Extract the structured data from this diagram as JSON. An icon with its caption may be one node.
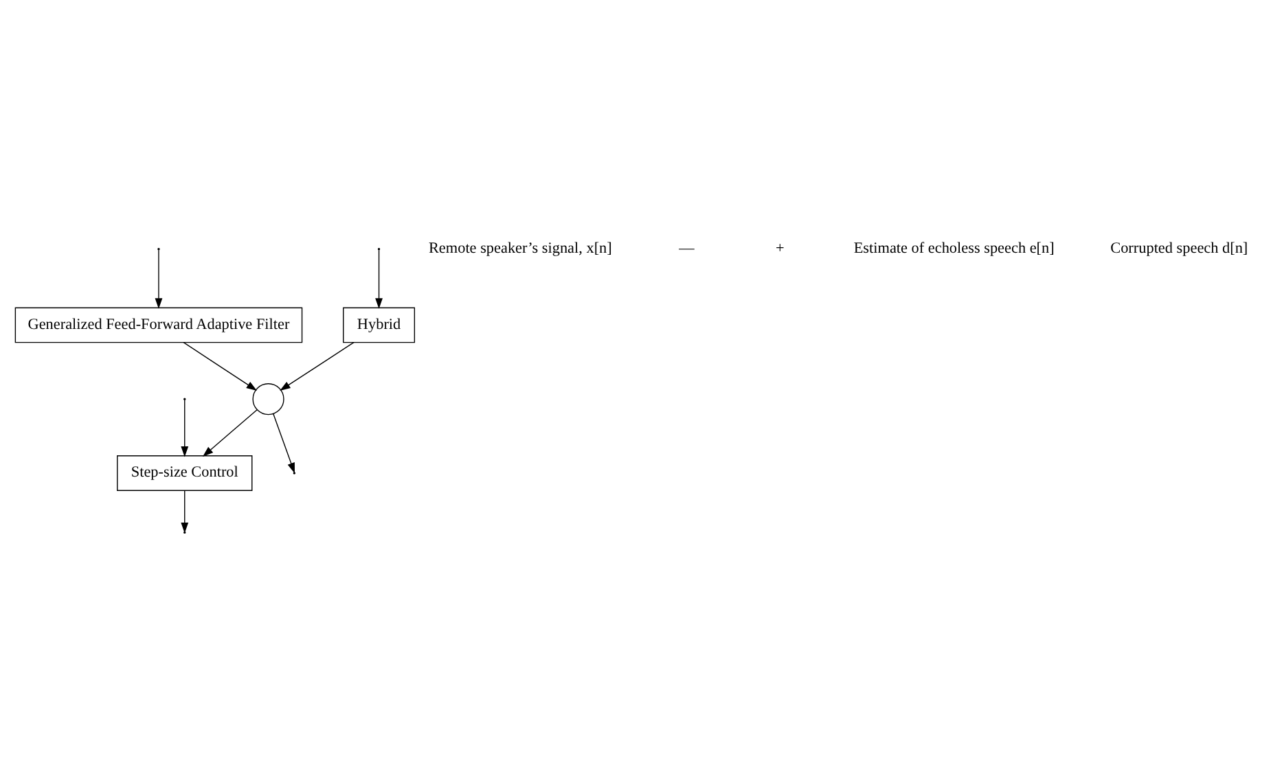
{
  "diagram": {
    "nodes": [
      {
        "text": [
          "Step-size Control"
        ]
      },
      {
        "text": [
          "Generalized Feed-Forward Adaptive Filter"
        ]
      },
      {
        "text": [
          "Hybrid"
        ]
      },
      {
        "text": [],
        "shape": "circle"
      }
    ],
    "edges": [
      {
        "from": null,
        "to": 0,
        "arrow": "to"
      },
      {
        "from": null,
        "to": 1,
        "arrow": "to"
      },
      {
        "from": null,
        "to": 2,
        "arrow": "to"
      },
      {
        "from": 0,
        "to": null,
        "arrow": "to"
      },
      {
        "from": 1,
        "to": 3,
        "arrow": "to"
      },
      {
        "from": 2,
        "to": 3,
        "arrow": "to"
      },
      {
        "from": 3,
        "to": 0,
        "arrow": "to"
      },
      {
        "from": 3,
        "to": null,
        "arrow": "to"
      }
    ],
    "labels": [
      "Remote speaker’s signal, x[n]",
      "—",
      "+",
      "Estimate of echoless speech e[n]",
      "Corrupted speech d[n]"
    ]
  }
}
